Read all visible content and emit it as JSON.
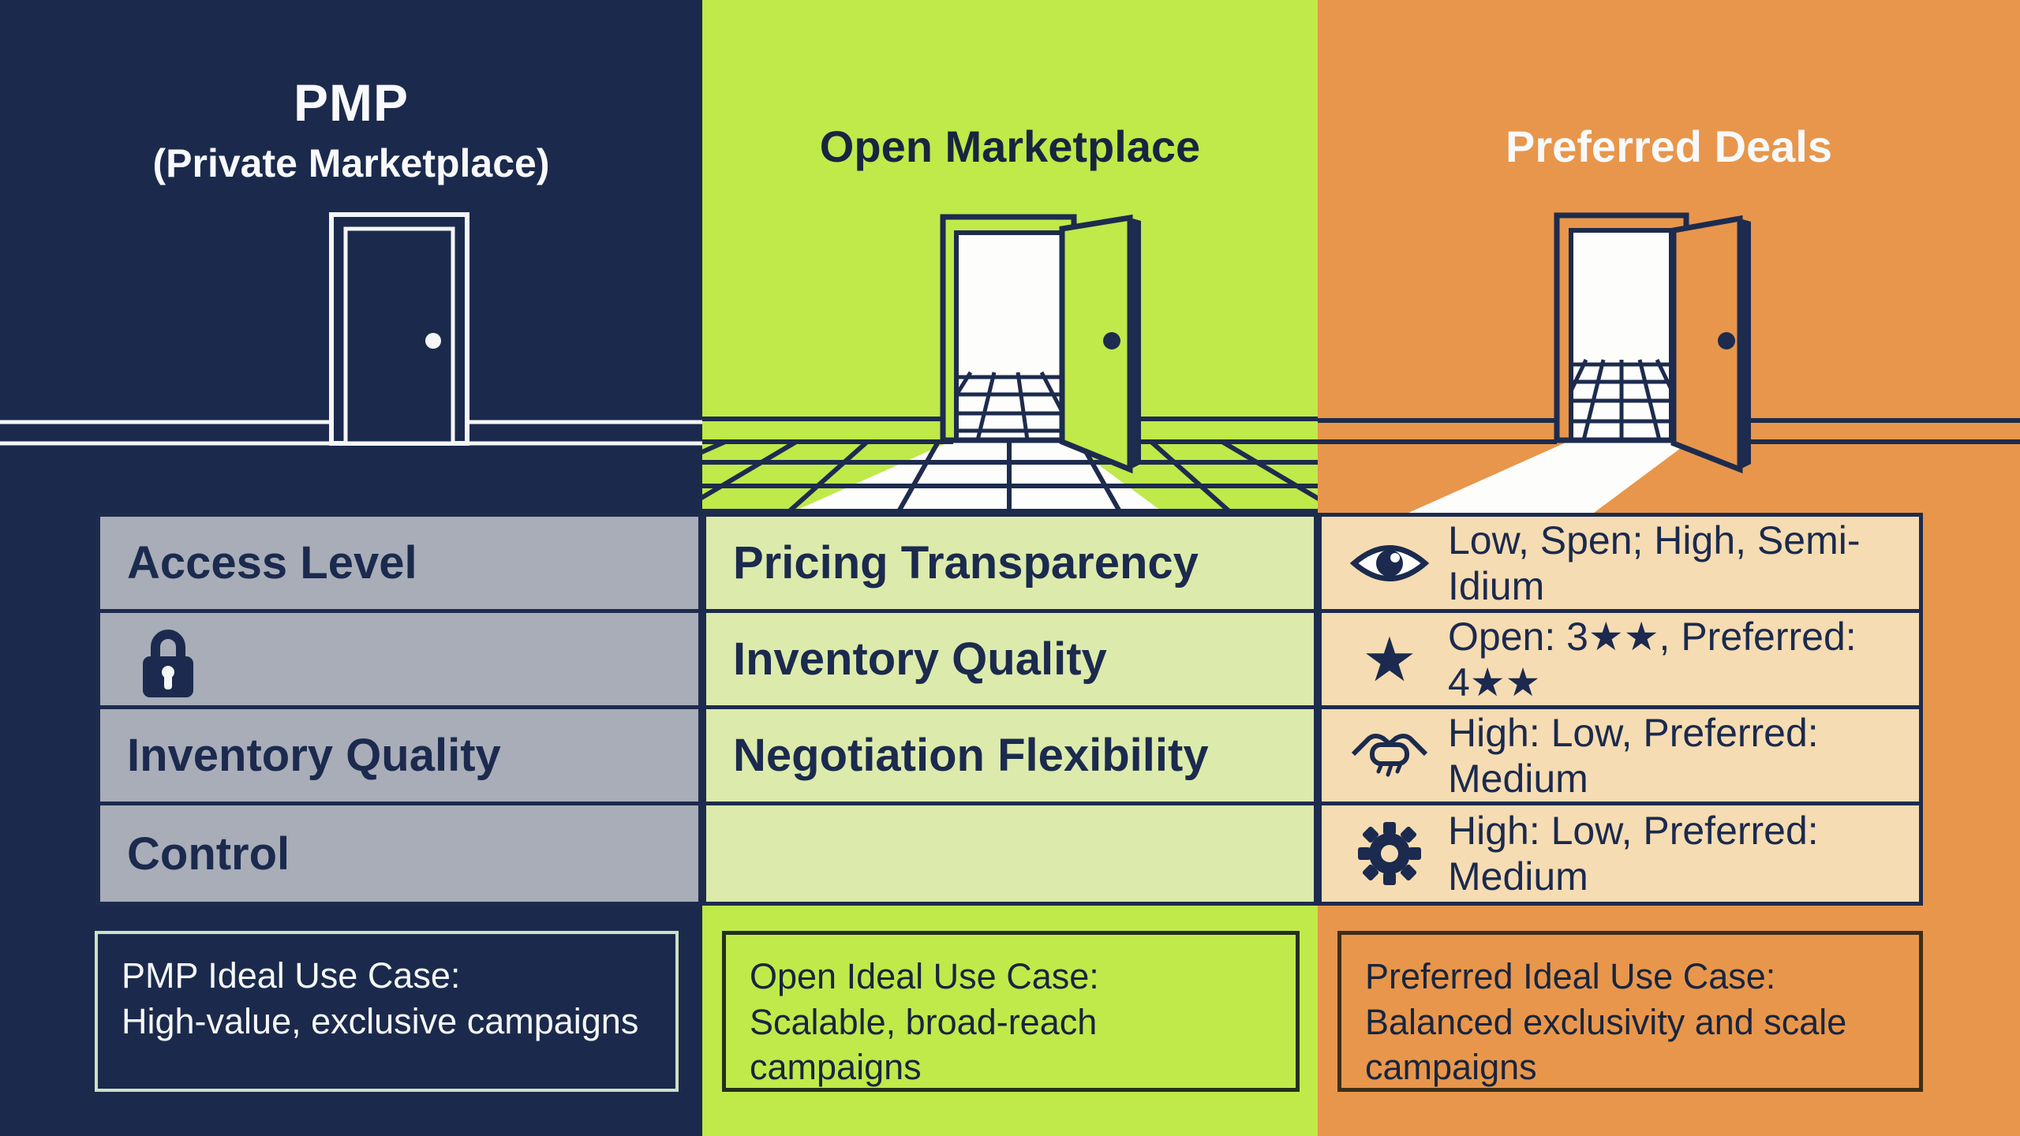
{
  "meta": {
    "description": "Comparison infographic of programmatic ad deal types",
    "colors": {
      "navy": "#1b2a4c",
      "lime": "#c0e94a",
      "orange": "#e8964b",
      "row_gray": "#a8adb8",
      "row_pale_green": "#dcebab",
      "row_pale_orange": "#f6dcb2",
      "line_navy": "#1d2b4e",
      "white": "#f7f9fb"
    }
  },
  "icons": {
    "lock": "lock-icon",
    "eye": "eye-icon",
    "star": "star-icon",
    "handshake": "handshake-icon",
    "gear": "gear-icon",
    "star_glyph": "★"
  },
  "columns": [
    {
      "id": "pmp",
      "title1": "PMP",
      "title2": "(Private Marketplace)",
      "door": "closed-door",
      "rows": [
        {
          "label": "Access Level"
        },
        {
          "label": "",
          "icon": "lock-icon"
        },
        {
          "label": "Inventory Quality"
        },
        {
          "label": "Control"
        }
      ],
      "use_case_title": "PMP Ideal Use Case:",
      "use_case_body": "High-value, exclusive campaigns"
    },
    {
      "id": "open",
      "title1": "Open Marketplace",
      "door": "open-door-with-tiled-floor",
      "rows": [
        {
          "label": "Pricing Transparency"
        },
        {
          "label": "Inventory Quality"
        },
        {
          "label": "Negotiation Flexibility"
        },
        {
          "label": ""
        }
      ],
      "use_case_title": "Open Ideal Use Case:",
      "use_case_body": "Scalable, broad-reach campaigns"
    },
    {
      "id": "preferred",
      "title1": "Preferred Deals",
      "door": "open-door-with-light-path",
      "rows": [
        {
          "label": "Low, Spen; High, Semi-Idium",
          "icon": "eye-icon"
        },
        {
          "label": "Open: 3★★, Preferred: 4★★",
          "icon": "star-icon"
        },
        {
          "label": "High: Low, Preferred: Medium",
          "icon": "handshake-icon"
        },
        {
          "label": "High: Low, Preferred: Medium",
          "icon": "gear-icon"
        }
      ],
      "use_case_title": "Preferred Ideal Use Case:",
      "use_case_body": "Balanced exclusivity and scale campaigns"
    }
  ]
}
